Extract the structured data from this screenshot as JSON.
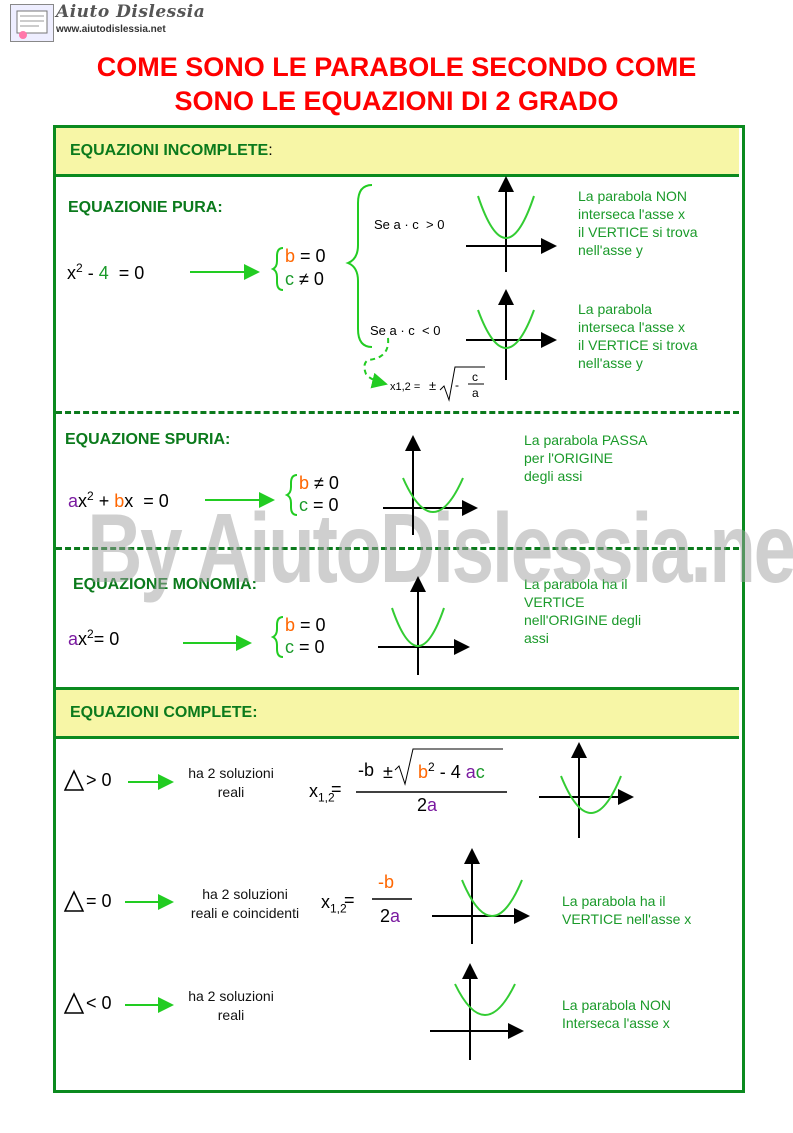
{
  "logo": {
    "title": "Aiuto Dislessia",
    "url": "www.aiutodislessia.net"
  },
  "title": {
    "line1": "COME SONO LE PARABOLE SECONDO COME",
    "line2": "SONO LE EQUAZIONI DI 2 GRADO"
  },
  "watermark": "By AiutoDislessia.net",
  "incomplete": {
    "header": "EQUAZIONI INCOMPLETE",
    "header_colon": ":",
    "pura": {
      "label": "EQUAZIONIE PURA:",
      "eq_x": "x",
      "eq_exp": "2",
      "eq_minus": " - ",
      "eq_const": "4",
      "eq_rhs": "= 0",
      "cond_b_var": "b",
      "cond_b_rest": " = 0",
      "cond_c_var": "c",
      "cond_c_rest": " ≠ 0",
      "case_pos": "Se a · c  > 0",
      "case_neg": "Se a · c  < 0",
      "note_pos": [
        "La parabola NON",
        "interseca l'asse x",
        "il VERTICE si trova",
        "nell'asse y"
      ],
      "note_neg": [
        "La parabola",
        "interseca l'asse x",
        "il VERTICE si trova",
        "nell'asse y"
      ],
      "formula_lhs": "x1,2 =",
      "formula_pm": "±",
      "formula_minus": "-",
      "formula_num": "c",
      "formula_den": "a"
    },
    "spuria": {
      "label": "EQUAZIONE SPURIA:",
      "a": "a",
      "x1": "x",
      "exp": "2",
      "plus": " + ",
      "b": "b",
      "x2": "x",
      "rhs": "  = 0",
      "cond_b_var": "b",
      "cond_b_rest": " ≠ 0",
      "cond_c_var": "c",
      "cond_c_rest": " = 0",
      "note": [
        "La parabola PASSA",
        "per l'ORIGINE",
        "degli assi"
      ]
    },
    "monomia": {
      "label": "EQUAZIONE MONOMIA:",
      "a": "a",
      "x": "x",
      "exp": "2",
      "rhs": "= 0",
      "cond_b_var": "b",
      "cond_b_rest": " = 0",
      "cond_c_var": "c",
      "cond_c_rest": " = 0",
      "note": [
        "La parabola ha il",
        "VERTICE",
        "nell'ORIGINE degli",
        "assi"
      ]
    }
  },
  "complete": {
    "header": "EQUAZIONI COMPLETE:",
    "cases": [
      {
        "relation": "> 0",
        "text": [
          "ha 2 soluzioni",
          "reali"
        ],
        "note": []
      },
      {
        "relation": "= 0",
        "text": [
          "ha 2 soluzioni",
          "reali e coincidenti"
        ],
        "note": [
          "La parabola ha il",
          "VERTICE nell'asse x"
        ]
      },
      {
        "relation": "< 0",
        "text": [
          "ha 2 soluzioni",
          "reali"
        ],
        "note": [
          "La parabola NON",
          "Interseca l'asse x"
        ]
      }
    ],
    "formula1": {
      "x": "x",
      "sub": "1,2",
      "eq": "=",
      "minus_b": "-b",
      "pm": "±",
      "b": "b",
      "b_exp": "2",
      "minus4": " - 4 ",
      "a": "a",
      "c": "c",
      "den_2": "2",
      "den_a": "a"
    },
    "formula2": {
      "x": "x",
      "sub": "1,2",
      "eq": "=",
      "num": "-b",
      "den_2": "2",
      "den_a": "a"
    }
  },
  "colors": {
    "title": "#ff0000",
    "frame": "#0b8a1f",
    "header_bg": "#f7f6a6",
    "green_text": "#1a9a2a",
    "b_coeff": "#ff6600",
    "a_coeff": "#7a1aa0",
    "parabola": "#33cc33"
  }
}
